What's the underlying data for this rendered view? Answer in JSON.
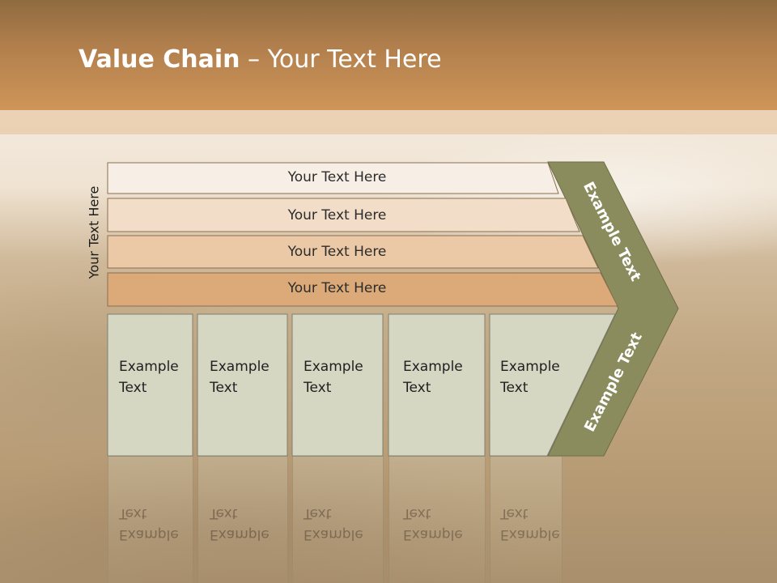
{
  "slide": {
    "title_bold": "Value Chain",
    "title_rest": " – Your Text Here",
    "side_label": "Your Text Here"
  },
  "bars": [
    {
      "label": "Your Text Here",
      "color": "#f7efe6"
    },
    {
      "label": "Your Text Here",
      "color": "#f1ddc8"
    },
    {
      "label": "Your Text Here",
      "color": "#ebc9a6"
    },
    {
      "label": "Your Text Here",
      "color": "#dcaa78"
    }
  ],
  "boxes": [
    {
      "label": "Example\nText"
    },
    {
      "label": "Example\nText"
    },
    {
      "label": "Example\nText"
    },
    {
      "label": "Example\nText"
    },
    {
      "label": "Example\nText"
    }
  ],
  "chevron": {
    "top_label": "Example Text",
    "bottom_label": "Example Text",
    "color": "#8b8c5e"
  },
  "colors": {
    "header": "#c48a52",
    "box_fill": "#d6d7c2",
    "outline": "#7a6a55"
  }
}
